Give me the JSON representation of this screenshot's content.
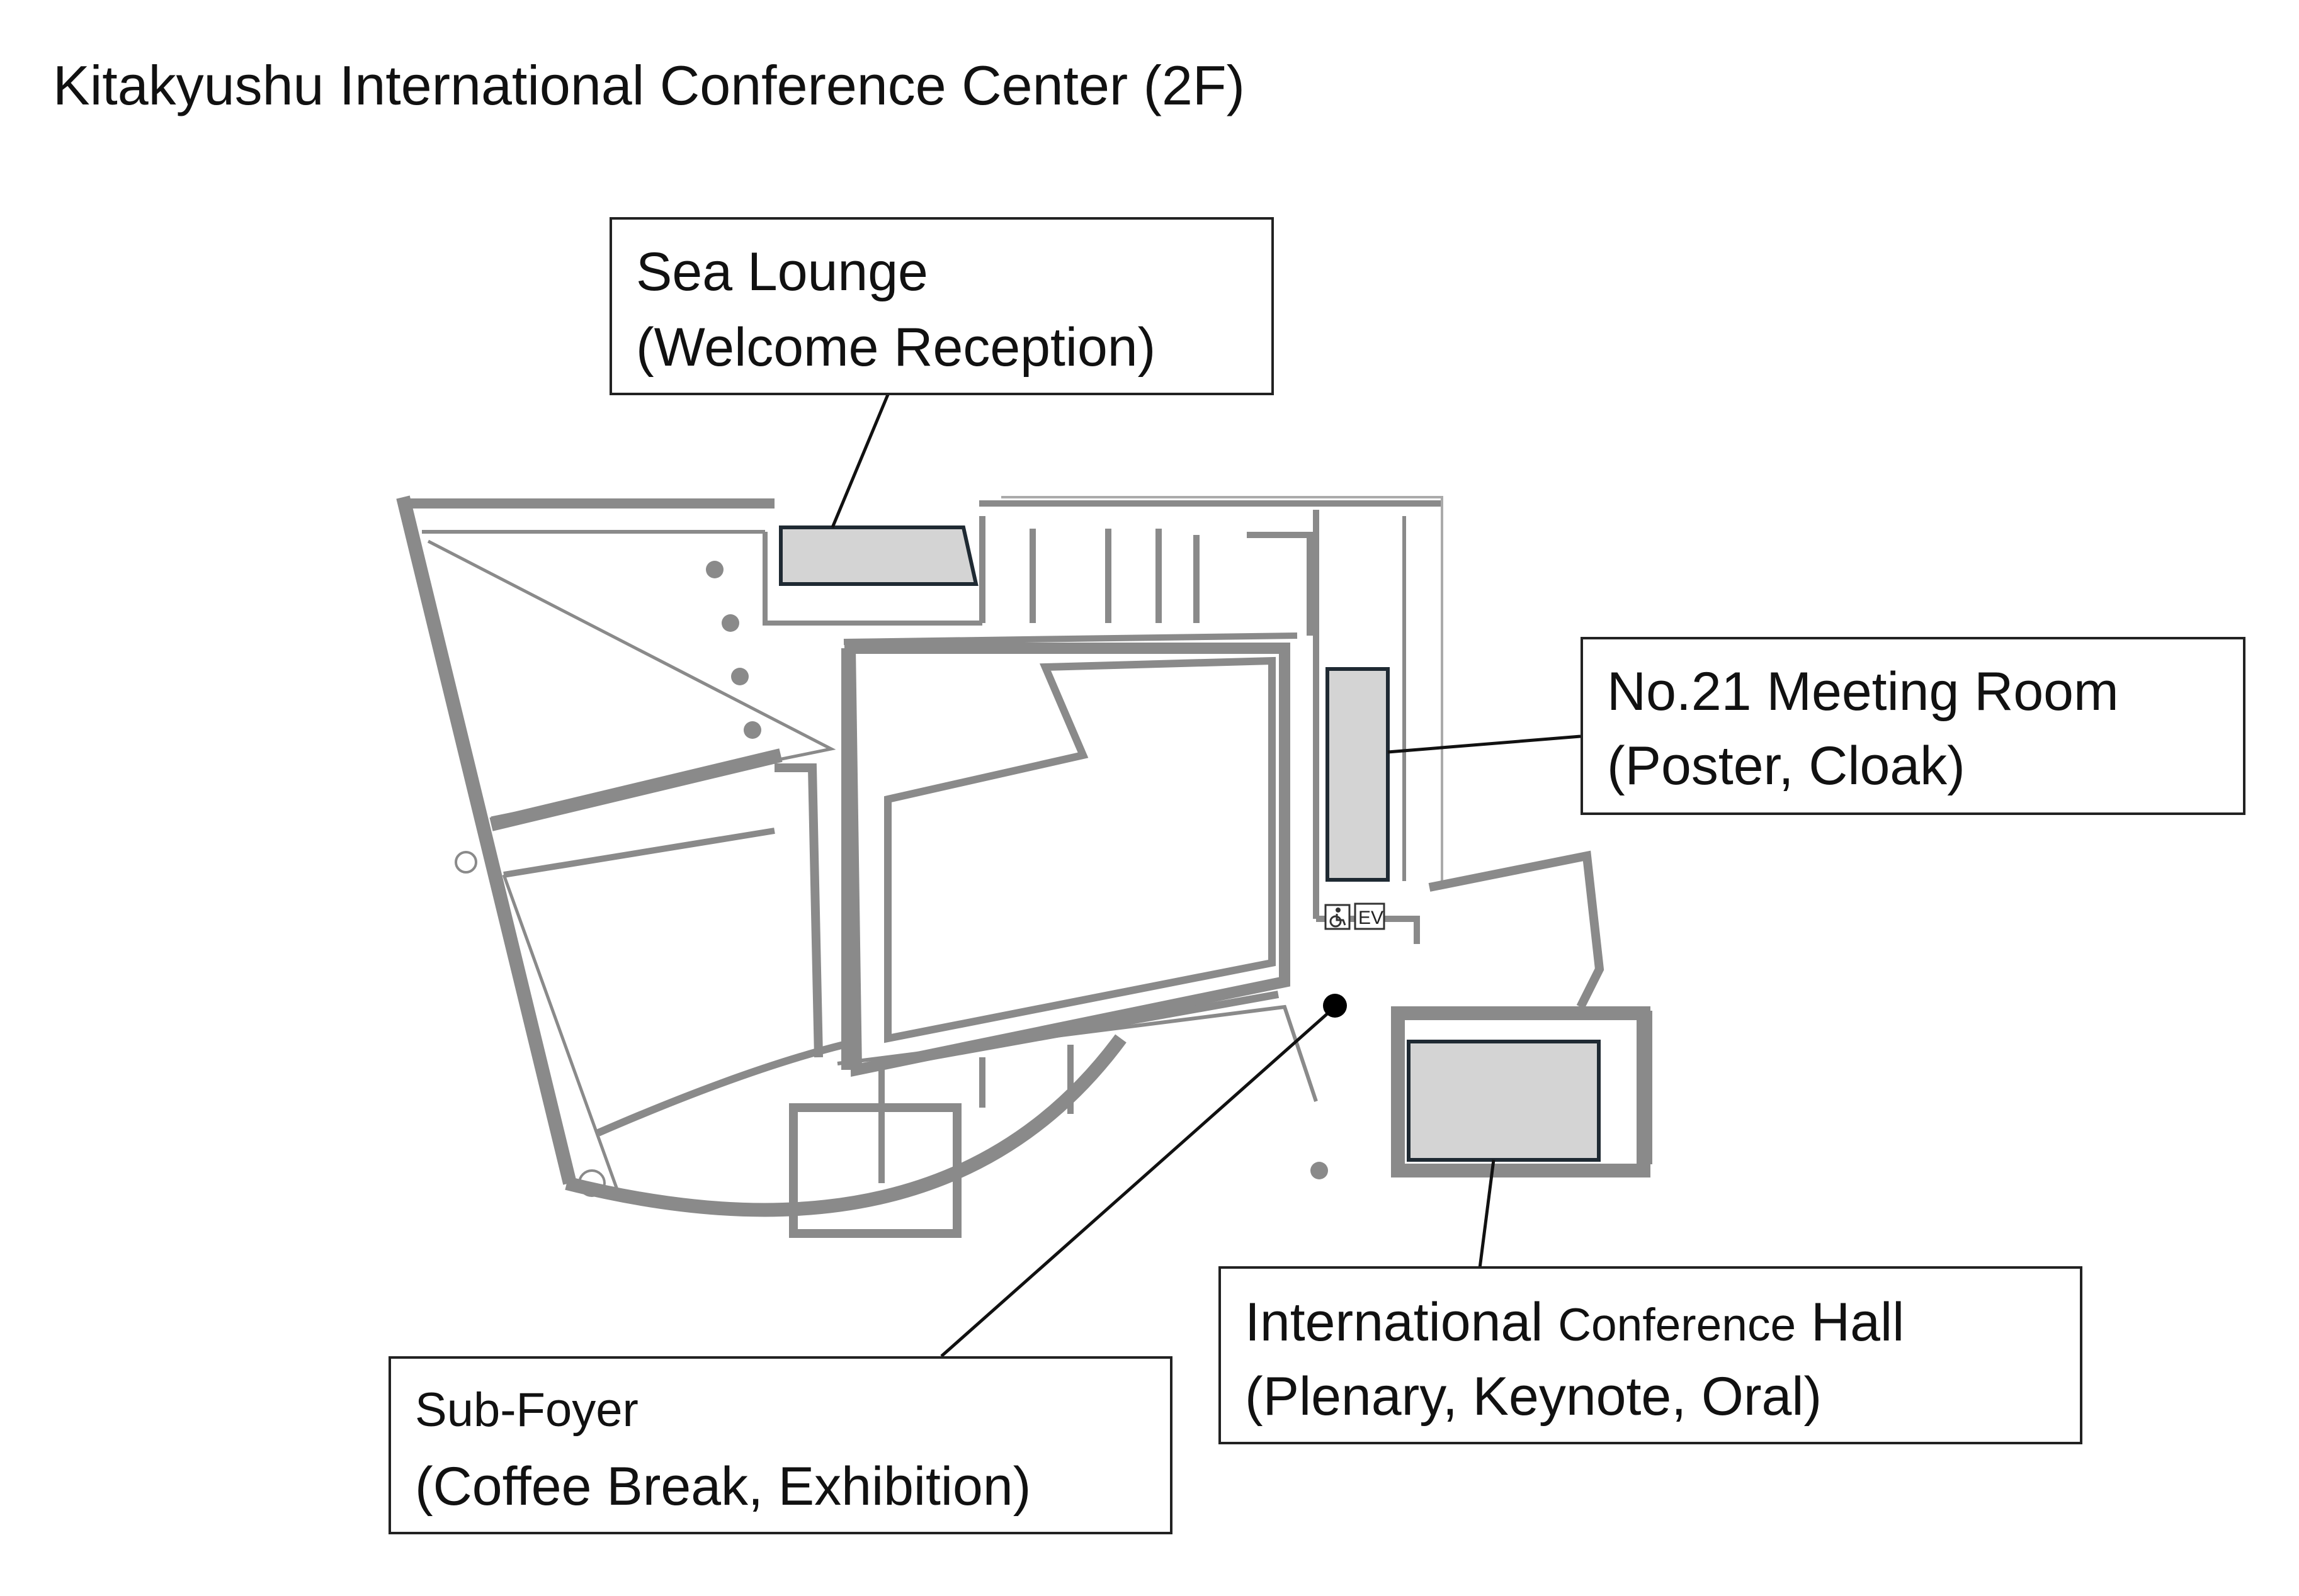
{
  "title": "Kitakyushu International Conference Center (2F)",
  "labels": {
    "sea_lounge": {
      "name": "Sea Lounge",
      "use": "(Welcome Reception)"
    },
    "meeting_room_21": {
      "name": "No.21 Meeting Room",
      "use": "(Poster, Cloak)"
    },
    "conference_hall": {
      "name_part1": "International",
      "name_part2": "Conference",
      "name_part3": "Hall",
      "use": "(Plenary, Keynote, Oral)"
    },
    "sub_foyer": {
      "name": "Sub-Foyer",
      "use": "(Coffee Break, Exhibition)"
    }
  },
  "elevator_label": "EV",
  "icons": [
    "wheelchair-icon",
    "elevator-icon",
    "location-marker-icon"
  ],
  "colors": {
    "wall": "#8a8a8a",
    "highlight": "#d4d4d4",
    "highlight_border": "#1f2a33",
    "text": "#111111"
  }
}
